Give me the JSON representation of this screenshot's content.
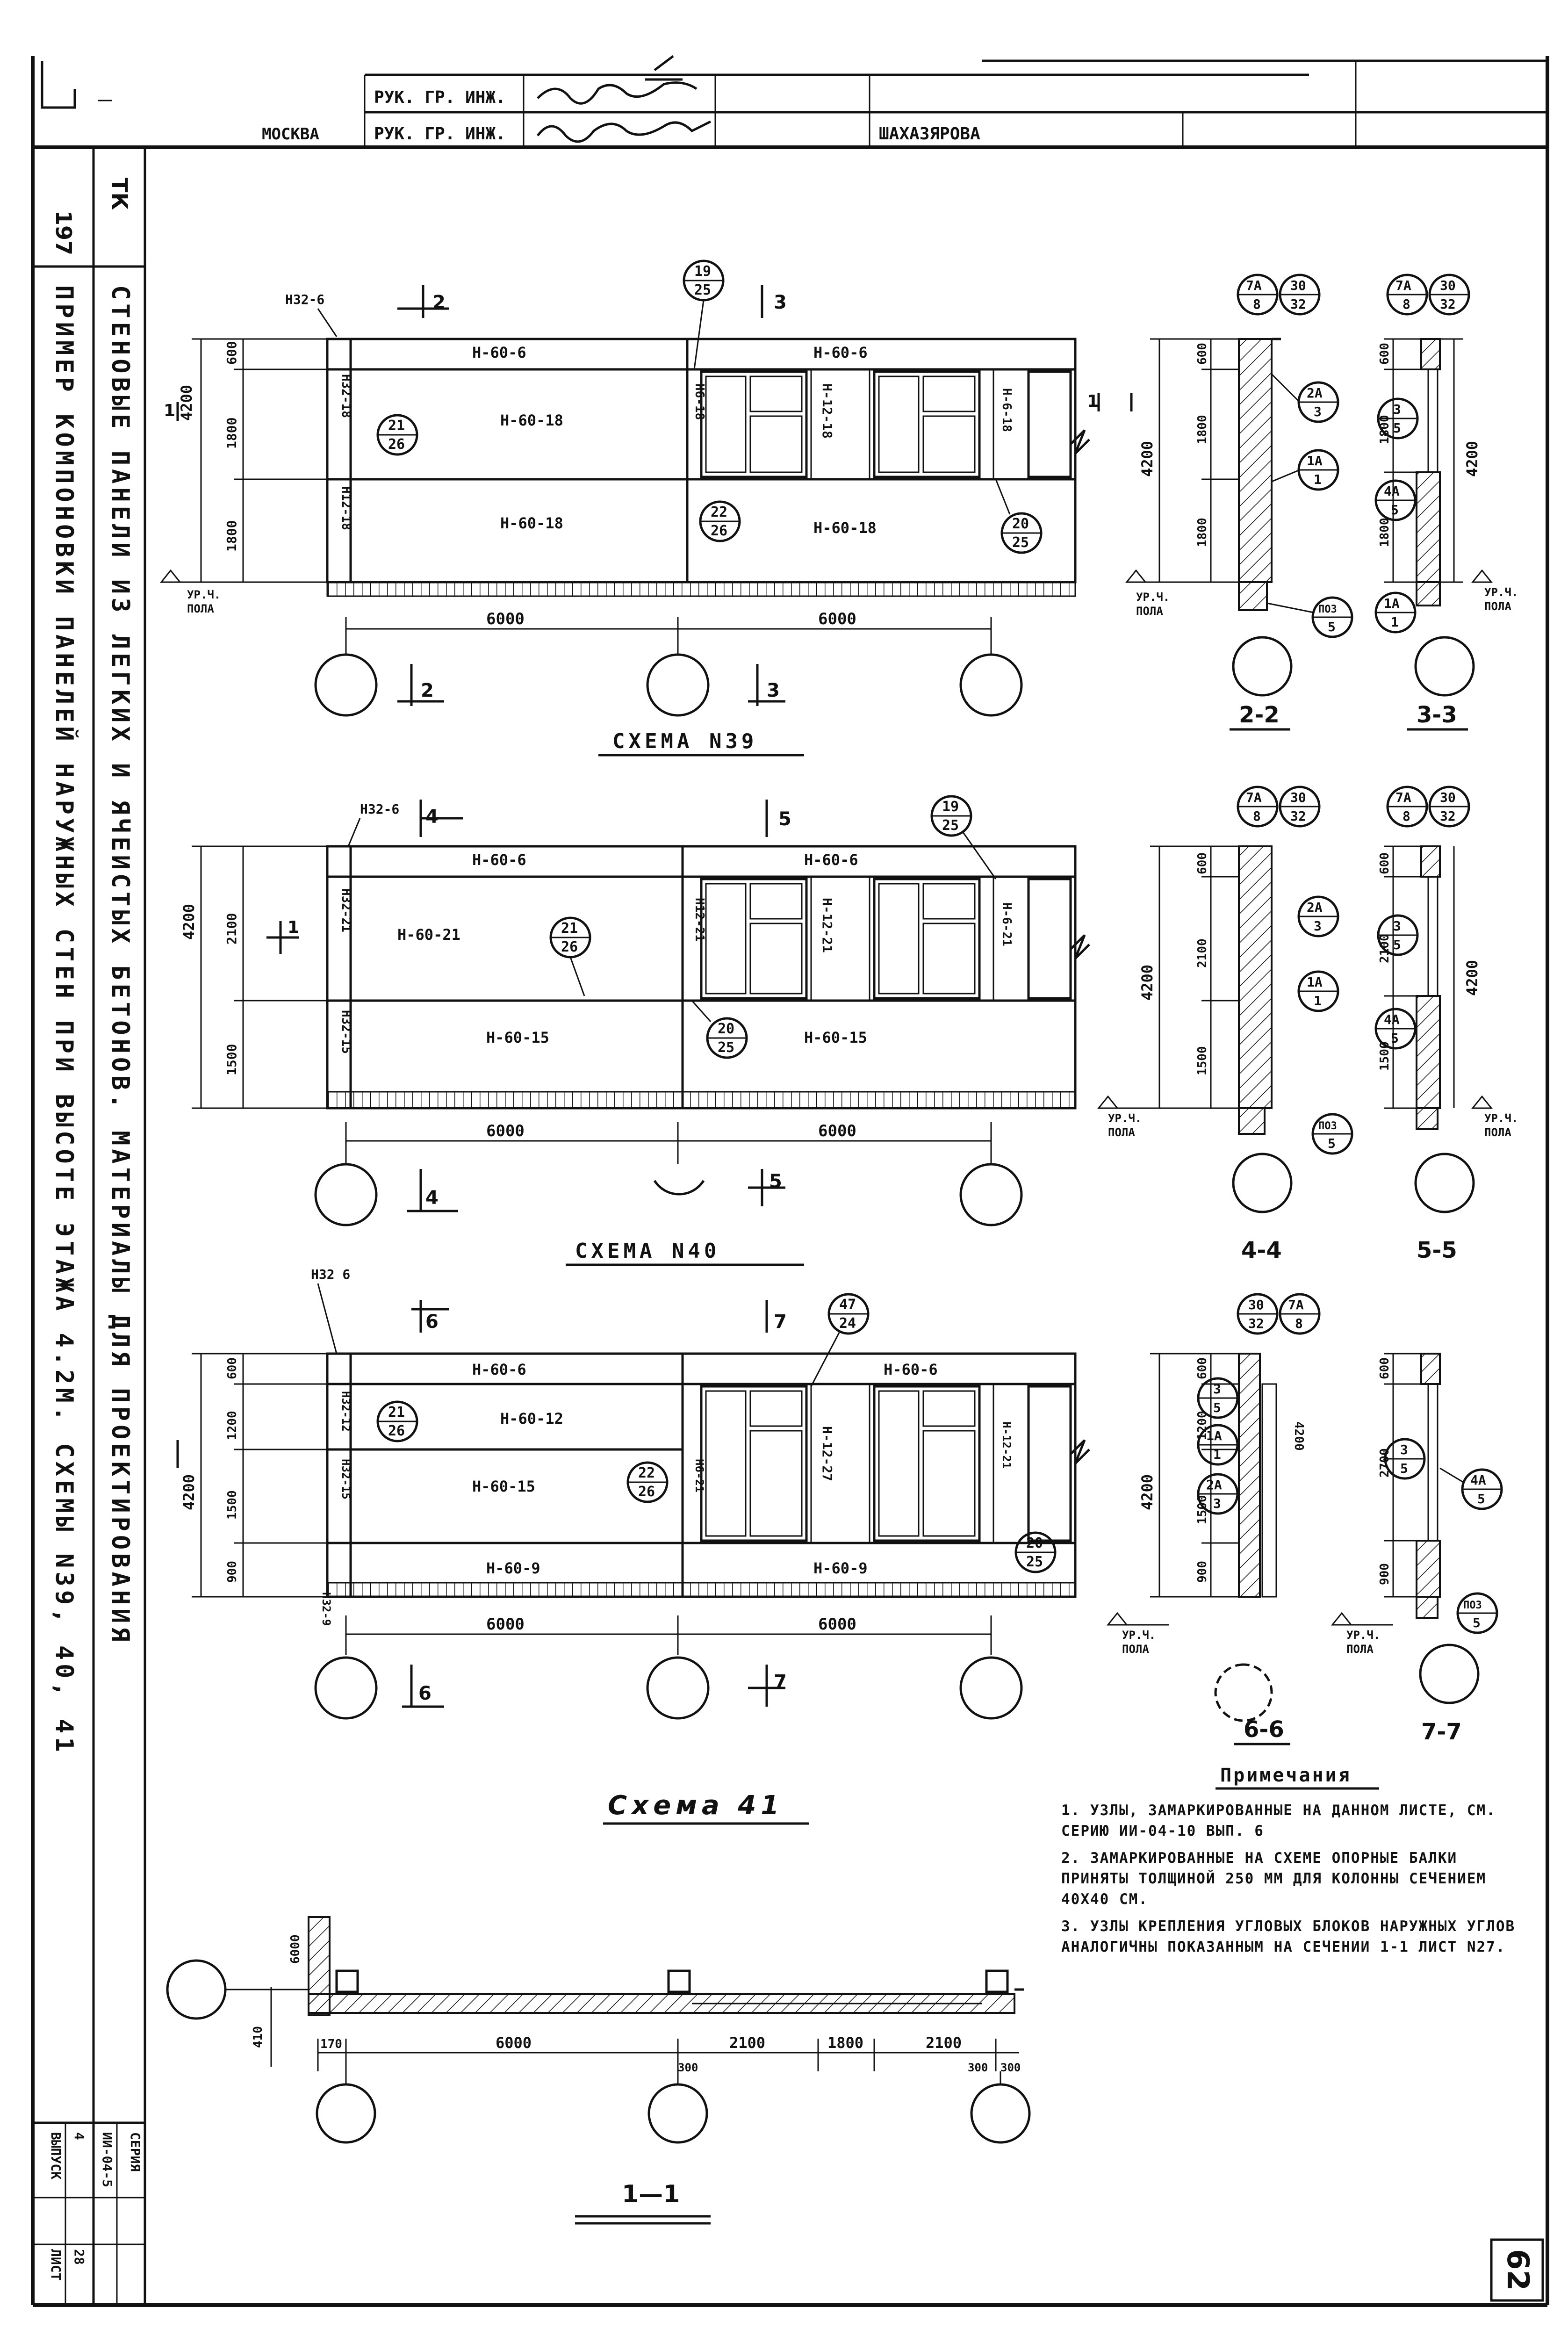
{
  "title_block": {
    "org": "МОСКВА",
    "role1": "РУК. ГР. ИНЖ.",
    "role2": "РУК. ГР. ИНЖ.",
    "name2": "ШАХАЗЯРОВА",
    "sheet_no_left": "197",
    "tk": "ТК",
    "subtitle_line1": "СТЕНОВЫЕ ПАНЕЛИ ИЗ ЛЕГКИХ И ЯЧЕИСТЫХ БЕТОНОВ. МАТЕРИАЛЫ ДЛЯ ПРОЕКТИРОВАНИЯ",
    "subtitle_line2": "ПРИМЕР КОМПОНОВКИ ПАНЕЛЕЙ НАРУЖНЫХ СТЕН ПРИ ВЫСОТЕ ЭТАЖА 4.2М. СХЕМЫ N39, 40, 41",
    "series_label": "СЕРИЯ",
    "series_value": "ИИ-04-5",
    "issue_label": "ВЫПУСК",
    "issue_value": "4",
    "sheet_label": "ЛИСТ",
    "sheet_value": "28",
    "page_number": "62"
  },
  "scheme39": {
    "caption": "СХЕМА N39",
    "height_total": "4200",
    "dims_left": [
      "600",
      "1800",
      "1800"
    ],
    "cut_left": "1",
    "cut_right": "1",
    "sec_marks": [
      "2",
      "3"
    ],
    "panels_left": [
      "Н-60-6",
      "Н-60-18",
      "Н-60-18"
    ],
    "panels_right": [
      "Н-60-6",
      "Н-12-18",
      "Н-60-18"
    ],
    "narrow": [
      "Н32-18",
      "Н12-18",
      "Н6-18",
      "Н-6-18"
    ],
    "corner_tag": "Н32-6",
    "spans": [
      "6000",
      "6000"
    ],
    "floor_mark": [
      "УР.Ч.",
      "ПОЛА"
    ],
    "callouts": [
      {
        "top": "19",
        "bottom": "25"
      },
      {
        "top": "21",
        "bottom": "26"
      },
      {
        "top": "22",
        "bottom": "26"
      },
      {
        "top": "20",
        "bottom": "25"
      }
    ]
  },
  "section22": {
    "label": "2-2",
    "height": "4200",
    "dims": [
      "600",
      "1800",
      "1800"
    ],
    "callouts": [
      {
        "top": "7А",
        "bottom": "8"
      },
      {
        "top": "30",
        "bottom": "32"
      },
      {
        "top": "2А",
        "bottom": "3"
      },
      {
        "top": "1А",
        "bottom": "1"
      },
      {
        "top": "ПОЗ",
        "bottom": "5"
      }
    ],
    "floor_mark": [
      "УР.Ч.",
      "ПОЛА"
    ]
  },
  "section33": {
    "label": "3-3",
    "height": "4200",
    "dims": [
      "600",
      "1800",
      "1800"
    ],
    "callouts": [
      {
        "top": "7А",
        "bottom": "8"
      },
      {
        "top": "30",
        "bottom": "32"
      },
      {
        "top": "3",
        "bottom": "5"
      },
      {
        "top": "4А",
        "bottom": "5"
      },
      {
        "top": "1А",
        "bottom": "1"
      }
    ],
    "floor_mark": [
      "УР.Ч.",
      "ПОЛА"
    ]
  },
  "scheme40": {
    "caption": "СХЕМА N40",
    "height_total": "4200",
    "dims_left": [
      "2100",
      "1500"
    ],
    "cut_left": "1",
    "sec_marks": [
      "4",
      "5"
    ],
    "panels_left": [
      "Н-60-6",
      "Н-60-21",
      "Н-60-15"
    ],
    "panels_right": [
      "Н-60-6",
      "Н-12-21",
      "Н-60-15"
    ],
    "narrow": [
      "Н32-21",
      "Н32-15",
      "Н12-21",
      "Н-6-21"
    ],
    "corner_tag": "Н32-6",
    "spans": [
      "6000",
      "6000"
    ],
    "callouts": [
      {
        "top": "19",
        "bottom": "25"
      },
      {
        "top": "21",
        "bottom": "26"
      },
      {
        "top": "20",
        "bottom": "25"
      }
    ]
  },
  "section44": {
    "label": "4-4",
    "height": "4200",
    "dims": [
      "600",
      "2100",
      "1500"
    ],
    "callouts": [
      {
        "top": "7А",
        "bottom": "8"
      },
      {
        "top": "30",
        "bottom": "32"
      },
      {
        "top": "2А",
        "bottom": "3"
      },
      {
        "top": "1А",
        "bottom": "1"
      },
      {
        "top": "ПОЗ",
        "bottom": "5"
      }
    ],
    "floor_mark": [
      "УР.Ч.",
      "ПОЛА"
    ]
  },
  "section55": {
    "label": "5-5",
    "height": "4200",
    "dims": [
      "600",
      "2100",
      "1500"
    ],
    "callouts": [
      {
        "top": "7А",
        "bottom": "8"
      },
      {
        "top": "30",
        "bottom": "32"
      },
      {
        "top": "3",
        "bottom": "5"
      },
      {
        "top": "4А",
        "bottom": "5"
      }
    ],
    "floor_mark": [
      "УР.Ч.",
      "ПОЛА"
    ]
  },
  "scheme41": {
    "caption": "Схема 41",
    "height_total": "4200",
    "dims_left": [
      "600",
      "1200",
      "1500",
      "900"
    ],
    "sec_marks": [
      "6",
      "7"
    ],
    "panels_left": [
      "Н-60-6",
      "Н-60-12",
      "Н-60-15",
      "Н-60-9"
    ],
    "panels_right": [
      "Н-60-6",
      "Н-12-27",
      "Н-60-9"
    ],
    "narrow": [
      "Н32-12",
      "Н32-15",
      "Н32-9",
      "Н6-21",
      "Н-12-21"
    ],
    "corner_tag": "Н32 6",
    "spans": [
      "6000",
      "6000"
    ],
    "callouts": [
      {
        "top": "47",
        "bottom": "24"
      },
      {
        "top": "21",
        "bottom": "26"
      },
      {
        "top": "22",
        "bottom": "26"
      },
      {
        "top": "20",
        "bottom": "25"
      }
    ]
  },
  "section66": {
    "label": "6-6",
    "height": "4200",
    "dims": [
      "600",
      "1200",
      "1500",
      "900"
    ],
    "callouts": [
      {
        "top": "30",
        "bottom": "32"
      },
      {
        "top": "7А",
        "bottom": "8"
      },
      {
        "top": "3",
        "bottom": "5"
      },
      {
        "top": "1А",
        "bottom": "1"
      },
      {
        "top": "2А",
        "bottom": "3"
      }
    ],
    "floor_mark": [
      "УР.Ч.",
      "ПОЛА"
    ]
  },
  "section77": {
    "label": "7-7",
    "dims": [
      "600",
      "2700",
      "900"
    ],
    "callouts": [
      {
        "top": "3",
        "bottom": "5"
      },
      {
        "top": "4А",
        "bottom": "5"
      },
      {
        "top": "ПОЗ",
        "bottom": "5"
      }
    ],
    "floor_mark": [
      "УР.Ч.",
      "ПОЛА"
    ]
  },
  "plan11": {
    "label": "1—1",
    "dims": [
      "170",
      "6000",
      "2100",
      "1800",
      "2100"
    ],
    "dims_small": [
      "300",
      "300",
      "300"
    ],
    "vertical": "6000",
    "offset": "410"
  },
  "notes": {
    "heading": "Примечания",
    "items": [
      "1. УЗЛЫ, ЗАМАРКИРОВАННЫЕ НА ДАННОМ ЛИСТЕ, СМ. СЕРИЮ ИИ-04-10 ВЫП. 6",
      "2. ЗАМАРКИРОВАННЫЕ НА СХЕМЕ ОПОРНЫЕ БАЛКИ ПРИНЯТЫ ТОЛЩИНОЙ 250 ММ ДЛЯ КОЛОННЫ СЕЧЕНИЕМ 40Х40 СМ.",
      "3. УЗЛЫ КРЕПЛЕНИЯ УГЛОВЫХ БЛОКОВ НАРУЖНЫХ УГЛОВ АНАЛОГИЧНЫ ПОКАЗАННЫМ НА СЕЧЕНИИ 1-1 ЛИСТ N27."
    ]
  }
}
